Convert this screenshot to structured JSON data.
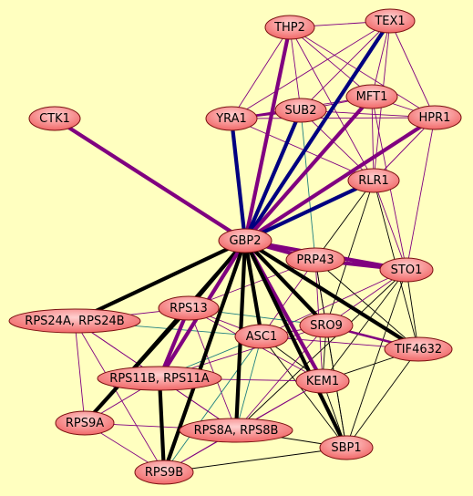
{
  "graph": {
    "background": "#ffffc0",
    "node_fill_light": "#ffd0d0",
    "node_fill_dark": "#f06060",
    "node_stroke": "#7a1010",
    "edge_colors": {
      "purple": "#800080",
      "navy": "#000080",
      "black": "#000000",
      "teal": "#208080"
    },
    "nodes": [
      {
        "id": "THP2",
        "label": "THP2"
      },
      {
        "id": "TEX1",
        "label": "TEX1"
      },
      {
        "id": "CTK1",
        "label": "CTK1"
      },
      {
        "id": "YRA1",
        "label": "YRA1"
      },
      {
        "id": "SUB2",
        "label": "SUB2"
      },
      {
        "id": "MFT1",
        "label": "MFT1"
      },
      {
        "id": "HPR1",
        "label": "HPR1"
      },
      {
        "id": "RLR1",
        "label": "RLR1"
      },
      {
        "id": "GBP2",
        "label": "GBP2"
      },
      {
        "id": "PRP43",
        "label": "PRP43"
      },
      {
        "id": "STO1",
        "label": "STO1"
      },
      {
        "id": "RPS24",
        "label": "RPS24A, RPS24B"
      },
      {
        "id": "RPS13",
        "label": "RPS13"
      },
      {
        "id": "ASC1",
        "label": "ASC1"
      },
      {
        "id": "SRO9",
        "label": "SRO9"
      },
      {
        "id": "TIF4632",
        "label": "TIF4632"
      },
      {
        "id": "RPS11",
        "label": "RPS11B, RPS11A"
      },
      {
        "id": "KEM1",
        "label": "KEM1"
      },
      {
        "id": "RPS9A",
        "label": "RPS9A"
      },
      {
        "id": "RPS8",
        "label": "RPS8A, RPS8B"
      },
      {
        "id": "SBP1",
        "label": "SBP1"
      },
      {
        "id": "RPS9B",
        "label": "RPS9B"
      }
    ],
    "edges": [
      {
        "source": "GBP2",
        "target": "CTK1",
        "color": "purple",
        "weight": "heavy"
      },
      {
        "source": "GBP2",
        "target": "THP2",
        "color": "purple",
        "weight": "heavy"
      },
      {
        "source": "GBP2",
        "target": "TEX1",
        "color": "navy",
        "weight": "heavy"
      },
      {
        "source": "GBP2",
        "target": "YRA1",
        "color": "navy",
        "weight": "heavy"
      },
      {
        "source": "GBP2",
        "target": "SUB2",
        "color": "navy",
        "weight": "heavy"
      },
      {
        "source": "GBP2",
        "target": "MFT1",
        "color": "purple",
        "weight": "heavy"
      },
      {
        "source": "GBP2",
        "target": "HPR1",
        "color": "purple",
        "weight": "heavy"
      },
      {
        "source": "GBP2",
        "target": "RLR1",
        "color": "navy",
        "weight": "heavy"
      },
      {
        "source": "GBP2",
        "target": "PRP43",
        "color": "purple",
        "weight": "heavy"
      },
      {
        "source": "GBP2",
        "target": "STO1",
        "color": "purple",
        "weight": "heavy"
      },
      {
        "source": "GBP2",
        "target": "RPS24",
        "color": "black",
        "weight": "heavy"
      },
      {
        "source": "GBP2",
        "target": "RPS13",
        "color": "black",
        "weight": "heavy"
      },
      {
        "source": "GBP2",
        "target": "ASC1",
        "color": "black",
        "weight": "heavy"
      },
      {
        "source": "GBP2",
        "target": "SRO9",
        "color": "black",
        "weight": "heavy"
      },
      {
        "source": "GBP2",
        "target": "TIF4632",
        "color": "black",
        "weight": "heavy"
      },
      {
        "source": "GBP2",
        "target": "RPS11",
        "color": "purple",
        "weight": "heavy"
      },
      {
        "source": "GBP2",
        "target": "KEM1",
        "color": "purple",
        "weight": "heavy"
      },
      {
        "source": "GBP2",
        "target": "RPS8",
        "color": "black",
        "weight": "heavy"
      },
      {
        "source": "GBP2",
        "target": "SBP1",
        "color": "black",
        "weight": "heavy"
      },
      {
        "source": "GBP2",
        "target": "RPS9B",
        "color": "black",
        "weight": "heavy"
      },
      {
        "source": "GBP2",
        "target": "RPS9A",
        "color": "black",
        "weight": "medium"
      },
      {
        "source": "GBP2",
        "target": "STO1",
        "color": "black",
        "weight": "thin"
      },
      {
        "source": "THP2",
        "target": "TEX1",
        "color": "purple",
        "weight": "thin"
      },
      {
        "source": "THP2",
        "target": "SUB2",
        "color": "purple",
        "weight": "thin"
      },
      {
        "source": "THP2",
        "target": "MFT1",
        "color": "purple",
        "weight": "thin"
      },
      {
        "source": "THP2",
        "target": "HPR1",
        "color": "purple",
        "weight": "thin"
      },
      {
        "source": "THP2",
        "target": "RLR1",
        "color": "purple",
        "weight": "thin"
      },
      {
        "source": "THP2",
        "target": "YRA1",
        "color": "purple",
        "weight": "thin"
      },
      {
        "source": "TEX1",
        "target": "SUB2",
        "color": "purple",
        "weight": "thin"
      },
      {
        "source": "TEX1",
        "target": "MFT1",
        "color": "purple",
        "weight": "thin"
      },
      {
        "source": "TEX1",
        "target": "HPR1",
        "color": "purple",
        "weight": "thin"
      },
      {
        "source": "TEX1",
        "target": "RLR1",
        "color": "purple",
        "weight": "thin"
      },
      {
        "source": "TEX1",
        "target": "YRA1",
        "color": "purple",
        "weight": "thin"
      },
      {
        "source": "YRA1",
        "target": "SUB2",
        "color": "purple",
        "weight": "medium"
      },
      {
        "source": "YRA1",
        "target": "MFT1",
        "color": "purple",
        "weight": "thin"
      },
      {
        "source": "YRA1",
        "target": "HPR1",
        "color": "purple",
        "weight": "thin"
      },
      {
        "source": "YRA1",
        "target": "RLR1",
        "color": "purple",
        "weight": "thin"
      },
      {
        "source": "SUB2",
        "target": "MFT1",
        "color": "purple",
        "weight": "thin"
      },
      {
        "source": "SUB2",
        "target": "HPR1",
        "color": "purple",
        "weight": "thin"
      },
      {
        "source": "SUB2",
        "target": "RLR1",
        "color": "purple",
        "weight": "thin"
      },
      {
        "source": "SUB2",
        "target": "PRP43",
        "color": "teal",
        "weight": "thin"
      },
      {
        "source": "MFT1",
        "target": "HPR1",
        "color": "purple",
        "weight": "thin"
      },
      {
        "source": "MFT1",
        "target": "RLR1",
        "color": "purple",
        "weight": "thin"
      },
      {
        "source": "MFT1",
        "target": "STO1",
        "color": "purple",
        "weight": "thin"
      },
      {
        "source": "HPR1",
        "target": "RLR1",
        "color": "purple",
        "weight": "thin"
      },
      {
        "source": "HPR1",
        "target": "STO1",
        "color": "purple",
        "weight": "thin"
      },
      {
        "source": "RLR1",
        "target": "STO1",
        "color": "purple",
        "weight": "thin"
      },
      {
        "source": "RLR1",
        "target": "PRP43",
        "color": "black",
        "weight": "thin"
      },
      {
        "source": "RLR1",
        "target": "SRO9",
        "color": "black",
        "weight": "thin"
      },
      {
        "source": "RLR1",
        "target": "TIF4632",
        "color": "black",
        "weight": "thin"
      },
      {
        "source": "PRP43",
        "target": "STO1",
        "color": "purple",
        "weight": "heavy"
      },
      {
        "source": "PRP43",
        "target": "RPS13",
        "color": "purple",
        "weight": "thin"
      },
      {
        "source": "PRP43",
        "target": "ASC1",
        "color": "purple",
        "weight": "thin"
      },
      {
        "source": "PRP43",
        "target": "SRO9",
        "color": "purple",
        "weight": "thin"
      },
      {
        "source": "PRP43",
        "target": "KEM1",
        "color": "purple",
        "weight": "thin"
      },
      {
        "source": "PRP43",
        "target": "TIF4632",
        "color": "black",
        "weight": "thin"
      },
      {
        "source": "PRP43",
        "target": "SBP1",
        "color": "black",
        "weight": "thin"
      },
      {
        "source": "STO1",
        "target": "SRO9",
        "color": "purple",
        "weight": "thin"
      },
      {
        "source": "STO1",
        "target": "ASC1",
        "color": "purple",
        "weight": "thin"
      },
      {
        "source": "STO1",
        "target": "KEM1",
        "color": "black",
        "weight": "thin"
      },
      {
        "source": "STO1",
        "target": "TIF4632",
        "color": "black",
        "weight": "thin"
      },
      {
        "source": "STO1",
        "target": "SBP1",
        "color": "black",
        "weight": "thin"
      },
      {
        "source": "STO1",
        "target": "RPS8",
        "color": "black",
        "weight": "thin"
      },
      {
        "source": "RPS24",
        "target": "RPS13",
        "color": "purple",
        "weight": "thin"
      },
      {
        "source": "RPS24",
        "target": "ASC1",
        "color": "teal",
        "weight": "thin"
      },
      {
        "source": "RPS24",
        "target": "RPS11",
        "color": "purple",
        "weight": "thin"
      },
      {
        "source": "RPS24",
        "target": "RPS9A",
        "color": "purple",
        "weight": "thin"
      },
      {
        "source": "RPS24",
        "target": "RPS8",
        "color": "purple",
        "weight": "thin"
      },
      {
        "source": "RPS24",
        "target": "RPS9B",
        "color": "purple",
        "weight": "thin"
      },
      {
        "source": "RPS13",
        "target": "ASC1",
        "color": "purple",
        "weight": "thin"
      },
      {
        "source": "RPS13",
        "target": "RPS11",
        "color": "purple",
        "weight": "heavy"
      },
      {
        "source": "RPS13",
        "target": "RPS9A",
        "color": "black",
        "weight": "heavy"
      },
      {
        "source": "RPS13",
        "target": "RPS8",
        "color": "purple",
        "weight": "thin"
      },
      {
        "source": "RPS13",
        "target": "KEM1",
        "color": "purple",
        "weight": "thin"
      },
      {
        "source": "RPS13",
        "target": "SRO9",
        "color": "teal",
        "weight": "thin"
      },
      {
        "source": "ASC1",
        "target": "SRO9",
        "color": "purple",
        "weight": "thin"
      },
      {
        "source": "ASC1",
        "target": "KEM1",
        "color": "black",
        "weight": "thin"
      },
      {
        "source": "ASC1",
        "target": "RPS11",
        "color": "teal",
        "weight": "thin"
      },
      {
        "source": "ASC1",
        "target": "RPS8",
        "color": "teal",
        "weight": "thin"
      },
      {
        "source": "ASC1",
        "target": "RPS9B",
        "color": "teal",
        "weight": "thin"
      },
      {
        "source": "ASC1",
        "target": "SBP1",
        "color": "black",
        "weight": "thin"
      },
      {
        "source": "ASC1",
        "target": "TIF4632",
        "color": "purple",
        "weight": "thin"
      },
      {
        "source": "SRO9",
        "target": "TIF4632",
        "color": "purple",
        "weight": "medium"
      },
      {
        "source": "SRO9",
        "target": "KEM1",
        "color": "black",
        "weight": "thin"
      },
      {
        "source": "SRO9",
        "target": "SBP1",
        "color": "black",
        "weight": "thin"
      },
      {
        "source": "SRO9",
        "target": "RPS8",
        "color": "purple",
        "weight": "thin"
      },
      {
        "source": "SRO9",
        "target": "RPS11",
        "color": "purple",
        "weight": "thin"
      },
      {
        "source": "TIF4632",
        "target": "KEM1",
        "color": "black",
        "weight": "thin"
      },
      {
        "source": "TIF4632",
        "target": "SBP1",
        "color": "black",
        "weight": "thin"
      },
      {
        "source": "RPS11",
        "target": "RPS9A",
        "color": "purple",
        "weight": "thin"
      },
      {
        "source": "RPS11",
        "target": "RPS8",
        "color": "purple",
        "weight": "thin"
      },
      {
        "source": "RPS11",
        "target": "RPS9B",
        "color": "black",
        "weight": "heavy"
      },
      {
        "source": "RPS11",
        "target": "KEM1",
        "color": "purple",
        "weight": "thin"
      },
      {
        "source": "KEM1",
        "target": "RPS8",
        "color": "purple",
        "weight": "thin"
      },
      {
        "source": "KEM1",
        "target": "SBP1",
        "color": "black",
        "weight": "thin"
      },
      {
        "source": "KEM1",
        "target": "RPS9B",
        "color": "purple",
        "weight": "thin"
      },
      {
        "source": "RPS9A",
        "target": "RPS8",
        "color": "purple",
        "weight": "thin"
      },
      {
        "source": "RPS9A",
        "target": "RPS9B",
        "color": "purple",
        "weight": "thin"
      },
      {
        "source": "RPS8",
        "target": "SBP1",
        "color": "black",
        "weight": "thin"
      },
      {
        "source": "RPS8",
        "target": "RPS9B",
        "color": "purple",
        "weight": "thin"
      },
      {
        "source": "SBP1",
        "target": "RPS9B",
        "color": "black",
        "weight": "thin"
      }
    ]
  }
}
